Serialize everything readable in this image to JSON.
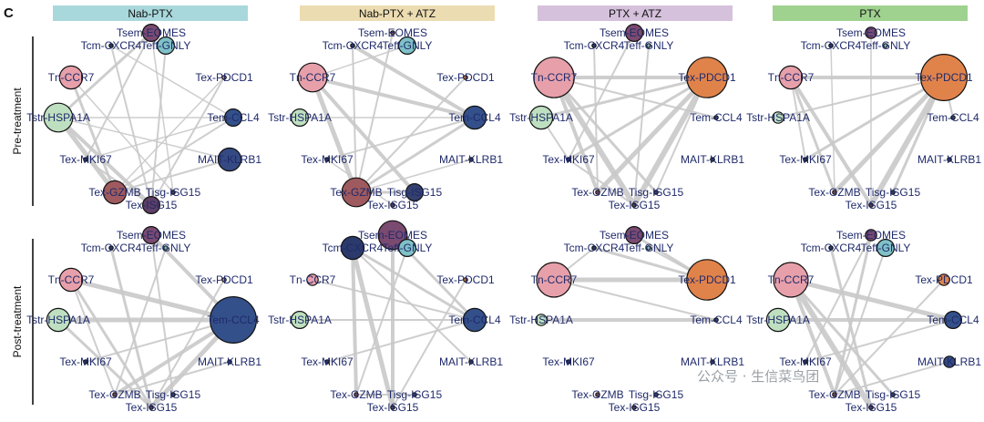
{
  "figure": {
    "panel_letter": "C",
    "columns": [
      {
        "title": "Nab-PTX",
        "color": "#a9d8dc"
      },
      {
        "title": "Nab-PTX + ATZ",
        "color": "#ecdcb1"
      },
      {
        "title": "PTX + ATZ",
        "color": "#d5c1dc"
      },
      {
        "title": "PTX",
        "color": "#9fd18f"
      }
    ],
    "rows": [
      "Pre-treatment",
      "Post-treatment"
    ],
    "watermark": "公众号 · 生信菜鸟团"
  },
  "node_colors": {
    "Tn-CCR7": "#e7a0aa",
    "Tcm-CXCR4": "#2b3a6b",
    "Tsem-EOMES": "#7a4a70",
    "Teff-GNLY": "#7fc1c7",
    "Tex-PDCD1": "#e0834b",
    "Tem-CCL4": "#34508a",
    "MAIT-KLRB1": "#354a82",
    "Tisg-ISG15": "#34406e",
    "Tex-ISG15": "#5e3f66",
    "Tex-GZMB": "#9e5a5e",
    "Tex-MKI67": "#2b3a6b",
    "Tstr-HSPA1A": "#bfe0c0"
  },
  "chart_data": {
    "type": "network",
    "panels": [
      {
        "column": "Nab-PTX",
        "row": "Pre-treatment",
        "nodes": [
          {
            "id": "Tsem-EOMES",
            "size": 2
          },
          {
            "id": "Tcm-CXCR4",
            "size": 0
          },
          {
            "id": "Teff-GNLY",
            "size": 2
          },
          {
            "id": "Tn-CCR7",
            "size": 3
          },
          {
            "id": "Tex-PDCD1",
            "size": 0
          },
          {
            "id": "Tstr-HSPA1A",
            "size": 4
          },
          {
            "id": "Tem-CCL4",
            "size": 2
          },
          {
            "id": "Tex-MKI67",
            "size": 0
          },
          {
            "id": "MAIT-KLRB1",
            "size": 3
          },
          {
            "id": "Tex-GZMB",
            "size": 3
          },
          {
            "id": "Tisg-ISG15",
            "size": 0
          },
          {
            "id": "Tex-ISG15",
            "size": 2
          }
        ],
        "edges": [
          [
            "Tstr-HSPA1A",
            "Tex-GZMB",
            5
          ],
          [
            "Tstr-HSPA1A",
            "Tex-ISG15",
            4
          ],
          [
            "Tstr-HSPA1A",
            "Tsem-EOMES",
            3
          ],
          [
            "Tn-CCR7",
            "Tex-GZMB",
            3
          ],
          [
            "Tcm-CXCR4",
            "Tex-ISG15",
            2
          ],
          [
            "Teff-GNLY",
            "Tex-ISG15",
            2
          ],
          [
            "Tsem-EOMES",
            "Tex-MKI67",
            2
          ],
          [
            "Tex-PDCD1",
            "Tex-ISG15",
            2
          ],
          [
            "Tem-CCL4",
            "Tex-GZMB",
            2
          ],
          [
            "MAIT-KLRB1",
            "Tex-GZMB",
            2
          ],
          [
            "Tex-MKI67",
            "Tem-CCL4",
            1.5
          ],
          [
            "Tstr-HSPA1A",
            "Tem-CCL4",
            1.5
          ],
          [
            "Tn-CCR7",
            "Tisg-ISG15",
            1.5
          ],
          [
            "Tsem-EOMES",
            "Tisg-ISG15",
            1.5
          ],
          [
            "Tcm-CXCR4",
            "Tem-CCL4",
            1.5
          ],
          [
            "Tex-PDCD1",
            "Tex-GZMB",
            1.5
          ],
          [
            "Tstr-HSPA1A",
            "MAIT-KLRB1",
            1.5
          ],
          [
            "Tex-MKI67",
            "Tex-ISG15",
            2
          ]
        ]
      },
      {
        "column": "Nab-PTX + ATZ",
        "row": "Pre-treatment",
        "nodes": [
          {
            "id": "Tsem-EOMES",
            "size": 0
          },
          {
            "id": "Tcm-CXCR4",
            "size": 0
          },
          {
            "id": "Teff-GNLY",
            "size": 2
          },
          {
            "id": "Tn-CCR7",
            "size": 4
          },
          {
            "id": "Tex-PDCD1",
            "size": 0
          },
          {
            "id": "Tstr-HSPA1A",
            "size": 2
          },
          {
            "id": "Tem-CCL4",
            "size": 3
          },
          {
            "id": "Tex-MKI67",
            "size": 0
          },
          {
            "id": "MAIT-KLRB1",
            "size": 0
          },
          {
            "id": "Tex-GZMB",
            "size": 4
          },
          {
            "id": "Tisg-ISG15",
            "size": 2
          },
          {
            "id": "Tex-ISG15",
            "size": 0
          }
        ],
        "edges": [
          [
            "Tn-CCR7",
            "Tex-GZMB",
            5
          ],
          [
            "Tn-CCR7",
            "Tem-CCL4",
            4
          ],
          [
            "Tn-CCR7",
            "Tisg-ISG15",
            4
          ],
          [
            "Tcm-CXCR4",
            "Tem-CCL4",
            4
          ],
          [
            "Tex-GZMB",
            "Tem-CCL4",
            3
          ],
          [
            "Tex-GZMB",
            "Tisg-ISG15",
            3
          ],
          [
            "Tsem-EOMES",
            "Tex-GZMB",
            2
          ],
          [
            "Tex-PDCD1",
            "Tex-GZMB",
            2
          ],
          [
            "Tex-MKI67",
            "Tem-CCL4",
            2
          ],
          [
            "Tstr-HSPA1A",
            "Tem-CCL4",
            1.5
          ],
          [
            "Tn-CCR7",
            "Teff-GNLY",
            1.5
          ],
          [
            "MAIT-KLRB1",
            "Tex-GZMB",
            1.5
          ],
          [
            "Tex-MKI67",
            "Tex-ISG15",
            1.5
          ],
          [
            "Tcm-CXCR4",
            "Tex-GZMB",
            2
          ]
        ]
      },
      {
        "column": "PTX + ATZ",
        "row": "Pre-treatment",
        "nodes": [
          {
            "id": "Tsem-EOMES",
            "size": 2
          },
          {
            "id": "Tcm-CXCR4",
            "size": 0
          },
          {
            "id": "Teff-GNLY",
            "size": 0
          },
          {
            "id": "Tn-CCR7",
            "size": 6
          },
          {
            "id": "Tex-PDCD1",
            "size": 6
          },
          {
            "id": "Tstr-HSPA1A",
            "size": 3
          },
          {
            "id": "Tem-CCL4",
            "size": 0
          },
          {
            "id": "Tex-MKI67",
            "size": 0
          },
          {
            "id": "MAIT-KLRB1",
            "size": 0
          },
          {
            "id": "Tex-GZMB",
            "size": 0
          },
          {
            "id": "Tisg-ISG15",
            "size": 0
          },
          {
            "id": "Tex-ISG15",
            "size": 0
          }
        ],
        "edges": [
          [
            "Tn-CCR7",
            "Tex-ISG15",
            6
          ],
          [
            "Tex-PDCD1",
            "Tex-ISG15",
            6
          ],
          [
            "Tex-PDCD1",
            "Tex-GZMB",
            5
          ],
          [
            "Tn-CCR7",
            "Tex-PDCD1",
            4
          ],
          [
            "Tn-CCR7",
            "Tex-GZMB",
            4
          ],
          [
            "Tstr-HSPA1A",
            "Tex-PDCD1",
            3
          ],
          [
            "Tn-CCR7",
            "Tisg-ISG15",
            3
          ],
          [
            "Tex-PDCD1",
            "Tex-MKI67",
            3
          ],
          [
            "Tcm-CXCR4",
            "Tex-GZMB",
            2
          ],
          [
            "Tsem-EOMES",
            "Tex-MKI67",
            2
          ],
          [
            "Teff-GNLY",
            "Tex-ISG15",
            2
          ],
          [
            "Tstr-HSPA1A",
            "Tex-MKI67",
            2
          ],
          [
            "Tn-CCR7",
            "Tem-CCL4",
            2
          ],
          [
            "Tex-PDCD1",
            "Tisg-ISG15",
            2
          ],
          [
            "Tex-MKI67",
            "Tex-ISG15",
            2
          ]
        ]
      },
      {
        "column": "PTX",
        "row": "Pre-treatment",
        "nodes": [
          {
            "id": "Tsem-EOMES",
            "size": 1
          },
          {
            "id": "Tcm-CXCR4",
            "size": 0
          },
          {
            "id": "Teff-GNLY",
            "size": 0
          },
          {
            "id": "Tn-CCR7",
            "size": 3
          },
          {
            "id": "Tex-PDCD1",
            "size": 7
          },
          {
            "id": "Tstr-HSPA1A",
            "size": 1
          },
          {
            "id": "Tem-CCL4",
            "size": 0
          },
          {
            "id": "Tex-MKI67",
            "size": 0
          },
          {
            "id": "MAIT-KLRB1",
            "size": 0
          },
          {
            "id": "Tex-GZMB",
            "size": 0
          },
          {
            "id": "Tisg-ISG15",
            "size": 0
          },
          {
            "id": "Tex-ISG15",
            "size": 0
          }
        ],
        "edges": [
          [
            "Tex-PDCD1",
            "Tex-ISG15",
            6
          ],
          [
            "Tex-PDCD1",
            "Tex-GZMB",
            5
          ],
          [
            "Tn-CCR7",
            "Tex-PDCD1",
            4
          ],
          [
            "Tn-CCR7",
            "Tex-ISG15",
            4
          ],
          [
            "Tn-CCR7",
            "Tex-GZMB",
            3
          ],
          [
            "Tex-PDCD1",
            "Tex-MKI67",
            3
          ],
          [
            "Tex-PDCD1",
            "Tisg-ISG15",
            3
          ],
          [
            "Tstr-HSPA1A",
            "Tex-PDCD1",
            2
          ],
          [
            "Tex-PDCD1",
            "Tem-CCL4",
            2
          ],
          [
            "Tn-CCR7",
            "Tex-MKI67",
            2
          ],
          [
            "Tcm-CXCR4",
            "Tex-GZMB",
            1.5
          ],
          [
            "Tsem-EOMES",
            "Tex-ISG15",
            1.5
          ]
        ]
      },
      {
        "column": "Nab-PTX",
        "row": "Post-treatment",
        "nodes": [
          {
            "id": "Tsem-EOMES",
            "size": 2
          },
          {
            "id": "Tcm-CXCR4",
            "size": 0
          },
          {
            "id": "Teff-GNLY",
            "size": 0
          },
          {
            "id": "Tn-CCR7",
            "size": 3
          },
          {
            "id": "Tex-PDCD1",
            "size": 0
          },
          {
            "id": "Tstr-HSPA1A",
            "size": 3
          },
          {
            "id": "Tem-CCL4",
            "size": 7
          },
          {
            "id": "Tex-MKI67",
            "size": 0
          },
          {
            "id": "MAIT-KLRB1",
            "size": 0
          },
          {
            "id": "Tex-GZMB",
            "size": 0
          },
          {
            "id": "Tisg-ISG15",
            "size": 0
          },
          {
            "id": "Tex-ISG15",
            "size": 0
          }
        ],
        "edges": [
          [
            "Tn-CCR7",
            "Tem-CCL4",
            5
          ],
          [
            "Tstr-HSPA1A",
            "Tem-CCL4",
            5
          ],
          [
            "Tem-CCL4",
            "Tex-ISG15",
            5
          ],
          [
            "Tem-CCL4",
            "Tex-GZMB",
            4
          ],
          [
            "Tsem-EOMES",
            "Tem-CCL4",
            4
          ],
          [
            "Tcm-CXCR4",
            "Tex-ISG15",
            3
          ],
          [
            "Tn-CCR7",
            "Tex-ISG15",
            3
          ],
          [
            "Tstr-HSPA1A",
            "Tex-ISG15",
            3
          ],
          [
            "Teff-GNLY",
            "Tex-GZMB",
            2
          ],
          [
            "Tex-PDCD1",
            "Tex-ISG15",
            2
          ],
          [
            "Tex-MKI67",
            "Tem-CCL4",
            2
          ],
          [
            "MAIT-KLRB1",
            "Tex-GZMB",
            2
          ],
          [
            "Tn-CCR7",
            "Tex-GZMB",
            2
          ],
          [
            "Tsem-EOMES",
            "Tisg-ISG15",
            2
          ]
        ]
      },
      {
        "column": "Nab-PTX + ATZ",
        "row": "Post-treatment",
        "nodes": [
          {
            "id": "Tsem-EOMES",
            "size": 4
          },
          {
            "id": "Tcm-CXCR4",
            "size": 3
          },
          {
            "id": "Teff-GNLY",
            "size": 2
          },
          {
            "id": "Tn-CCR7",
            "size": 1
          },
          {
            "id": "Tex-PDCD1",
            "size": 0
          },
          {
            "id": "Tstr-HSPA1A",
            "size": 2
          },
          {
            "id": "Tem-CCL4",
            "size": 3
          },
          {
            "id": "Tex-MKI67",
            "size": 0
          },
          {
            "id": "MAIT-KLRB1",
            "size": 0
          },
          {
            "id": "Tex-GZMB",
            "size": 0
          },
          {
            "id": "Tisg-ISG15",
            "size": 0
          },
          {
            "id": "Tex-ISG15",
            "size": 0
          }
        ],
        "edges": [
          [
            "Tcm-CXCR4",
            "Tex-ISG15",
            5
          ],
          [
            "Tsem-EOMES",
            "Tex-ISG15",
            4
          ],
          [
            "Tcm-CXCR4",
            "Tex-GZMB",
            4
          ],
          [
            "Tsem-EOMES",
            "Tem-CCL4",
            3
          ],
          [
            "Tcm-CXCR4",
            "Tem-CCL4",
            3
          ],
          [
            "Tn-CCR7",
            "Tem-CCL4",
            2
          ],
          [
            "Tstr-HSPA1A",
            "Tem-CCL4",
            2
          ],
          [
            "Teff-GNLY",
            "Tex-GZMB",
            2
          ],
          [
            "Tex-PDCD1",
            "Tex-ISG15",
            2
          ],
          [
            "Tex-MKI67",
            "Tem-CCL4",
            2
          ],
          [
            "MAIT-KLRB1",
            "Tcm-CXCR4",
            2
          ],
          [
            "Tex-GZMB",
            "Tisg-ISG15",
            2
          ]
        ]
      },
      {
        "column": "PTX + ATZ",
        "row": "Post-treatment",
        "nodes": [
          {
            "id": "Tsem-EOMES",
            "size": 2
          },
          {
            "id": "Tcm-CXCR4",
            "size": 0
          },
          {
            "id": "Teff-GNLY",
            "size": 0
          },
          {
            "id": "Tn-CCR7",
            "size": 5
          },
          {
            "id": "Tex-PDCD1",
            "size": 6
          },
          {
            "id": "Tstr-HSPA1A",
            "size": 1
          },
          {
            "id": "Tem-CCL4",
            "size": 0
          },
          {
            "id": "Tex-MKI67",
            "size": 0
          },
          {
            "id": "MAIT-KLRB1",
            "size": 0
          },
          {
            "id": "Tex-GZMB",
            "size": 0
          },
          {
            "id": "Tisg-ISG15",
            "size": 0
          },
          {
            "id": "Tex-ISG15",
            "size": 0
          }
        ],
        "edges": [
          [
            "Tn-CCR7",
            "Tex-PDCD1",
            5
          ],
          [
            "Tstr-HSPA1A",
            "Tem-CCL4",
            4
          ],
          [
            "Tcm-CXCR4",
            "Tex-PDCD1",
            3
          ],
          [
            "Tsem-EOMES",
            "Tex-PDCD1",
            3
          ],
          [
            "Tn-CCR7",
            "Tem-CCL4",
            2
          ],
          [
            "Teff-GNLY",
            "Tex-PDCD1",
            2
          ],
          [
            "Tn-CCR7",
            "Tcm-CXCR4",
            2
          ]
        ]
      },
      {
        "column": "PTX",
        "row": "Post-treatment",
        "nodes": [
          {
            "id": "Tsem-EOMES",
            "size": 1
          },
          {
            "id": "Tcm-CXCR4",
            "size": 0
          },
          {
            "id": "Teff-GNLY",
            "size": 2
          },
          {
            "id": "Tn-CCR7",
            "size": 5
          },
          {
            "id": "Tex-PDCD1",
            "size": 1
          },
          {
            "id": "Tstr-HSPA1A",
            "size": 3
          },
          {
            "id": "Tem-CCL4",
            "size": 2
          },
          {
            "id": "Tex-MKI67",
            "size": 0
          },
          {
            "id": "MAIT-KLRB1",
            "size": 1
          },
          {
            "id": "Tex-GZMB",
            "size": 0
          },
          {
            "id": "Tisg-ISG15",
            "size": 0
          },
          {
            "id": "Tex-ISG15",
            "size": 0
          }
        ],
        "edges": [
          [
            "Tn-CCR7",
            "Tex-ISG15",
            6
          ],
          [
            "Tn-CCR7",
            "Tem-CCL4",
            5
          ],
          [
            "Tstr-HSPA1A",
            "Tem-CCL4",
            4
          ],
          [
            "Tn-CCR7",
            "Tex-GZMB",
            4
          ],
          [
            "Tn-CCR7",
            "Tisg-ISG15",
            3
          ],
          [
            "Tsem-EOMES",
            "Tex-GZMB",
            3
          ],
          [
            "Tcm-CXCR4",
            "Tex-ISG15",
            3
          ],
          [
            "Teff-GNLY",
            "Tex-GZMB",
            2
          ],
          [
            "Tex-PDCD1",
            "Tex-GZMB",
            2
          ],
          [
            "Tex-MKI67",
            "Tem-CCL4",
            2
          ],
          [
            "MAIT-KLRB1",
            "Tex-GZMB",
            2
          ],
          [
            "Tsem-EOMES",
            "Tex-MKI67",
            2
          ]
        ]
      }
    ]
  }
}
